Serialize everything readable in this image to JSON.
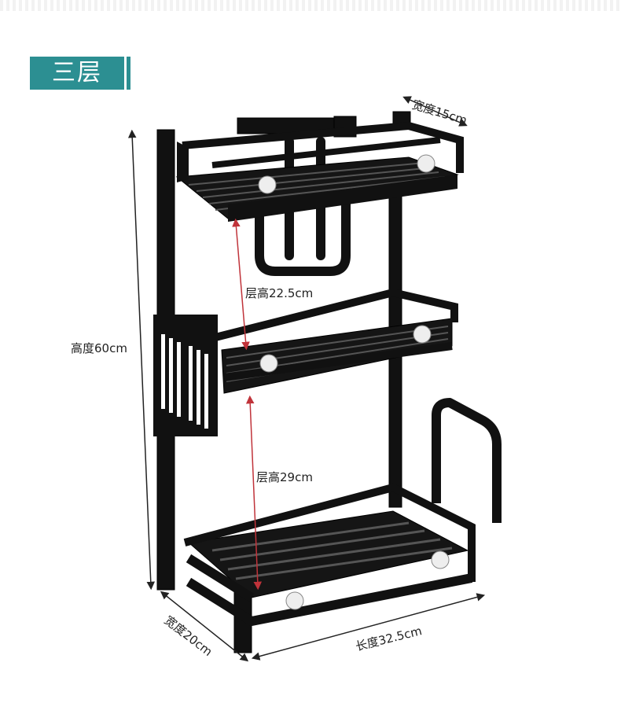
{
  "badge": {
    "label": "三层"
  },
  "dimensions": {
    "width_top": "宽度15cm",
    "tier_gap_top": "层高22.5cm",
    "height_total": "高度60cm",
    "tier_gap_bottom": "层高29cm",
    "width_bottom": "宽度20cm",
    "length": "长度32.5cm"
  },
  "colors": {
    "badge": "#2c8f92",
    "rack": "#111111",
    "tier_arrow": "#c0333a",
    "dim_line": "#222222"
  }
}
